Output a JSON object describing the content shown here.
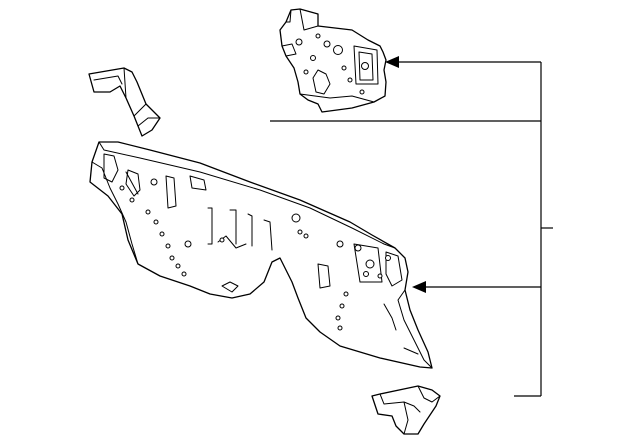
{
  "diagram": {
    "line_color": "#000000",
    "background": "#ffffff",
    "parts": [
      {
        "name": "upper-dash-panel-reinforcement"
      },
      {
        "name": "left-corner-bracket"
      },
      {
        "name": "dash-panel"
      },
      {
        "name": "lower-right-bracket"
      }
    ],
    "callouts": [
      {
        "name": "callout-bracket-line"
      }
    ]
  }
}
